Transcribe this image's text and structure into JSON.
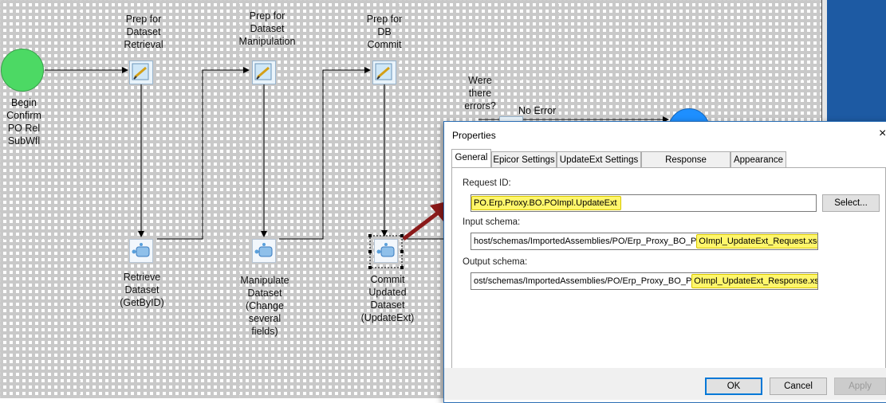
{
  "workflow": {
    "start_label": "Begin\nConfirm\nPO Rel\nSubWfl",
    "prep_retrieval": "Prep for\nDataset\nRetrieval",
    "prep_manipulation": "Prep for\nDataset\nManipulation",
    "prep_commit": "Prep for\nDB\nCommit",
    "retrieve": "Retrieve\nDataset\n(GetByID)",
    "manipulate": "Manipulate\nDataset\n(Change\nseveral\nfields)",
    "commit": "Commit\nUpdated\nDataset\n(UpdateExt)",
    "decision": "Were\nthere\nerrors?",
    "no_error": "No Error"
  },
  "dialog": {
    "title": "Properties",
    "close": "×",
    "tabs": [
      "General",
      "Epicor Settings",
      "UpdateExt Settings",
      "Response Processing",
      "Appearance"
    ],
    "request_id_label": "Request ID:",
    "request_id_value": "PO.Erp.Proxy.BO.POImpl.UpdateExt",
    "select_button": "Select...",
    "input_schema_label": "Input schema:",
    "input_schema_prefix": "host/schemas/ImportedAssemblies/PO/Erp_Proxy_BO_P",
    "input_schema_highlight": "OImpl_UpdateExt_Request.xsd",
    "output_schema_label": "Output schema:",
    "output_schema_prefix": "ost/schemas/ImportedAssemblies/PO/Erp_Proxy_BO_P",
    "output_schema_highlight": "OImpl_UpdateExt_Response.xsd",
    "ok": "OK",
    "cancel": "Cancel",
    "apply": "Apply"
  },
  "colors": {
    "start_node": "#4cd964",
    "end_node": "#1e8fff",
    "arrow": "#8b1a1a",
    "highlight": "#fff66b"
  }
}
